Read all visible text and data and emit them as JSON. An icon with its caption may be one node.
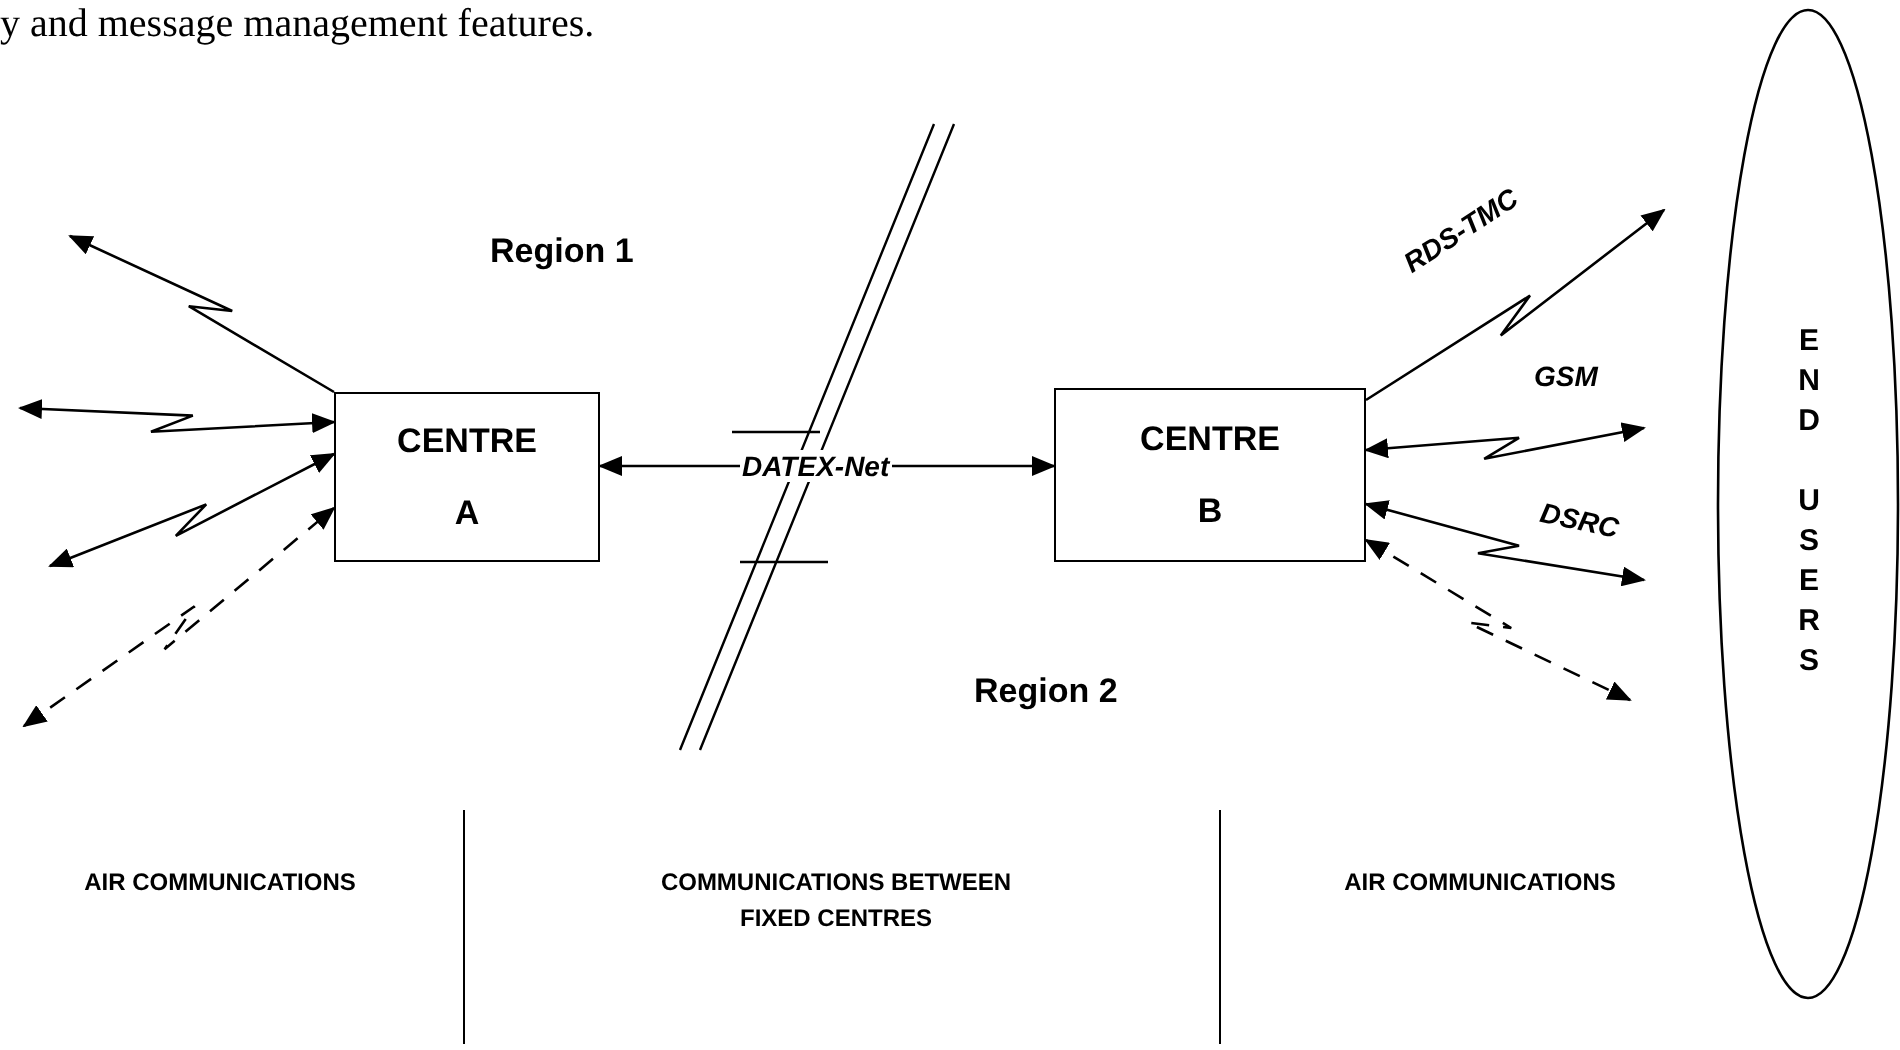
{
  "diagram": {
    "nodes": [
      {
        "text": [
          "CENTRE A"
        ]
      },
      {
        "text": [
          "CENTRE B"
        ]
      },
      {
        "text": [
          "END USERS"
        ]
      }
    ],
    "edges": [
      {
        "from": 0,
        "to": null,
        "arrow": "to"
      },
      {
        "from": null,
        "to": 0,
        "arrow": "both"
      },
      {
        "from": null,
        "to": 0,
        "arrow": "both"
      },
      {
        "from": null,
        "to": 0,
        "arrow": "both",
        "style": "dashed"
      },
      {
        "from": 0,
        "to": 1,
        "arrow": "both",
        "label": "DATEX-Net"
      },
      {
        "from": 1,
        "to": null,
        "arrow": "to",
        "label": "RDS-TMC"
      },
      {
        "from": 1,
        "to": null,
        "arrow": "both",
        "label": "GSM"
      },
      {
        "from": 1,
        "to": null,
        "arrow": "both",
        "label": "DSRC"
      },
      {
        "from": 1,
        "to": null,
        "arrow": "both",
        "style": "dashed"
      }
    ],
    "labels": [
      "y and message management features.",
      "Region 1",
      "Region 2",
      "AIR COMMUNICATIONS",
      "COMMUNICATIONS BETWEEN FIXED CENTRES",
      "AIR COMMUNICATIONS"
    ]
  }
}
